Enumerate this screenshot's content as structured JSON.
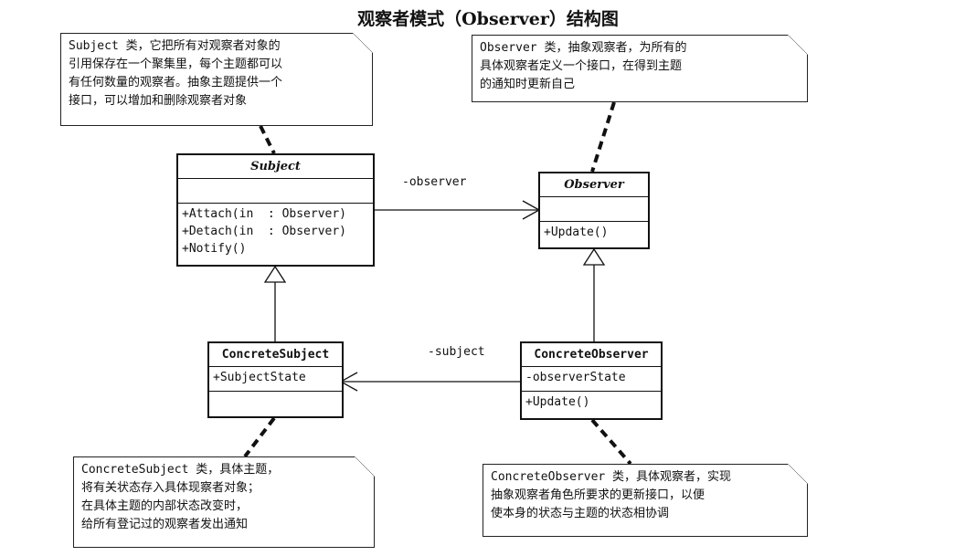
{
  "title": "观察者模式（Observer）结构图",
  "notes": {
    "subject": [
      "Subject 类，它把所有对观察者对象的",
      "引用保存在一个聚集里，每个主题都可以",
      "有任何数量的观察者。抽象主题提供一个",
      "接口，可以增加和删除观察者对象"
    ],
    "observer": [
      "Observer 类，抽象观察者，为所有的",
      "具体观察者定义一个接口，在得到主题",
      "的通知时更新自己"
    ],
    "concrete_subject": [
      "ConcreteSubject 类，具体主题，",
      "将有关状态存入具体现察者对象；",
      "在具体主题的内部状态改变时，",
      "给所有登记过的观察者发出通知"
    ],
    "concrete_observer": [
      "ConcreteObserver 类，具体观察者，实现",
      "抽象观察者角色所要求的更新接口，以便",
      "使本身的状态与主题的状态相协调"
    ]
  },
  "classes": {
    "subject": {
      "name": "Subject",
      "attributes": [],
      "operations": [
        "+Attach(in  : Observer)",
        "+Detach(in  : Observer)",
        "+Notify()"
      ]
    },
    "observer": {
      "name": "Observer",
      "attributes": [],
      "operations": [
        "+Update()"
      ]
    },
    "concrete_subject": {
      "name": "ConcreteSubject",
      "attributes": [
        "+SubjectState"
      ],
      "operations": []
    },
    "concrete_observer": {
      "name": "ConcreteObserver",
      "attributes": [
        "-observerState"
      ],
      "operations": [
        "+Update()"
      ]
    }
  },
  "associations": {
    "observer_role": "-observer",
    "subject_role": "-subject"
  }
}
